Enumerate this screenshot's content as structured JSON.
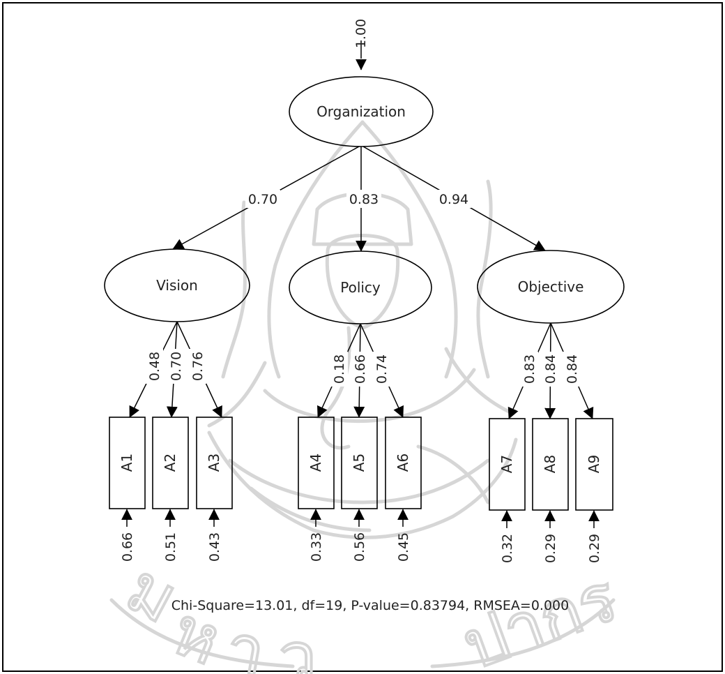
{
  "diagram": {
    "top_error": "1.00",
    "latents": {
      "organization": "Organization",
      "vision": "Vision",
      "policy": "Policy",
      "objective": "Objective"
    },
    "second_order_loadings": {
      "vision": "0.70",
      "policy": "0.83",
      "objective": "0.94"
    },
    "indicators": [
      "A1",
      "A2",
      "A3",
      "A4",
      "A5",
      "A6",
      "A7",
      "A8",
      "A9"
    ],
    "first_order_loadings": [
      "0.48",
      "0.70",
      "0.76",
      "0.18",
      "0.66",
      "0.74",
      "0.83",
      "0.84",
      "0.84"
    ],
    "error_variances": [
      "0.66",
      "0.51",
      "0.43",
      "0.33",
      "0.56",
      "0.45",
      "0.32",
      "0.29",
      "0.29"
    ],
    "fit_statistics": "Chi-Square=13.01, df=19, P-value=0.83794, RMSEA=0.000"
  },
  "watermark": {
    "seal_text": "มหาวิทยาลัยศิลปากร",
    "visible_fragments": [
      "ม",
      "ห",
      "า",
      "ว",
      "ปากร"
    ]
  }
}
